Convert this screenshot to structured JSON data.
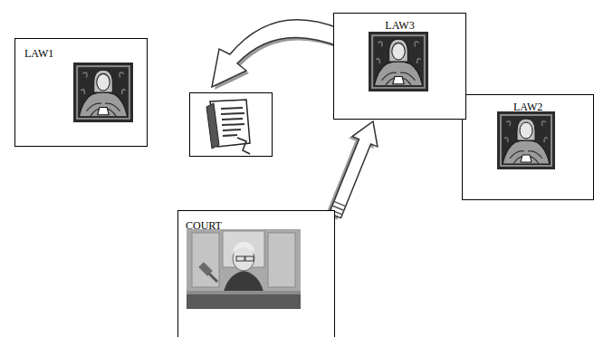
{
  "diagram": {
    "nodes": [
      {
        "text": [
          "LAW1"
        ]
      },
      {
        "text": [
          "LAW3"
        ]
      },
      {
        "text": [
          "LAW2"
        ]
      },
      {
        "text": [
          "COURT"
        ]
      }
    ],
    "edges": [
      {
        "from": 3,
        "to": 1,
        "arrow": "to"
      }
    ]
  }
}
